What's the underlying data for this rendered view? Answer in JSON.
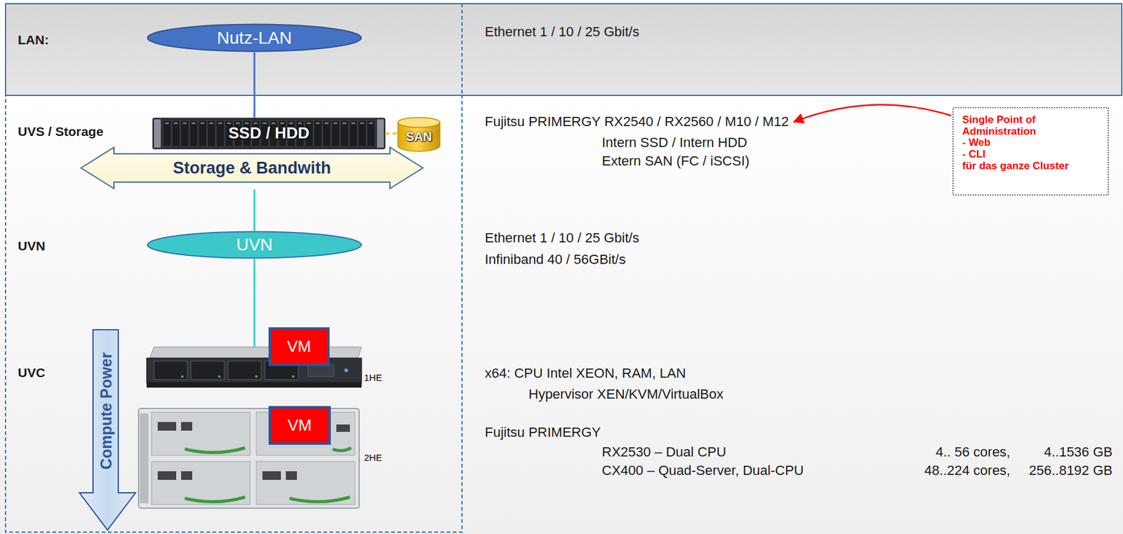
{
  "diagram": {
    "nodes": [
      {
        "text": [
          "Nutz-LAN"
        ]
      },
      {
        "text": [
          "SSD / HDD"
        ]
      },
      {
        "text": [
          "SAN"
        ]
      },
      {
        "text": [
          "Storage & Bandwith"
        ]
      },
      {
        "text": [
          "Single Point of Administration",
          "- Web",
          "- CLI",
          "für das ganze Cluster"
        ]
      },
      {
        "text": [
          "UVN"
        ]
      },
      {
        "text": [
          "VM"
        ]
      },
      {
        "text": [
          "1HE"
        ]
      },
      {
        "text": [
          "VM"
        ]
      },
      {
        "text": [
          "2HE"
        ]
      },
      {
        "text": [
          "Compute Power"
        ]
      }
    ],
    "edges": [
      {
        "from": 0,
        "to": 1,
        "arrow": "none"
      },
      {
        "from": 1,
        "to": 2,
        "arrow": "none"
      },
      {
        "from": 3,
        "to": 5,
        "arrow": "none"
      },
      {
        "from": 5,
        "to": 7,
        "arrow": "none"
      }
    ],
    "labels": [
      "LAN:",
      "Ethernet 1 / 10 / 25 Gbit/s",
      "UVS / Storage",
      "Fujitsu PRIMERGY RX2540 / RX2560 / M10 / M12",
      "Intern SSD / Intern HDD",
      "Extern SAN (FC / iSCSI)",
      "UVN",
      "Ethernet 1 / 10 / 25 Gbit/s",
      "Infiniband 40 / 56GBit/s",
      "UVC",
      "x64: CPU Intel XEON, RAM, LAN",
      "Hypervisor XEN/KVM/VirtualBox",
      "Fujitsu PRIMERGY",
      "RX2530 – Dual CPU",
      "4.. 56 cores,",
      "4..1536 GB",
      "CX400 – Quad-Server, Dual-CPU",
      "48..224 cores,",
      "256..8192 GB"
    ]
  }
}
